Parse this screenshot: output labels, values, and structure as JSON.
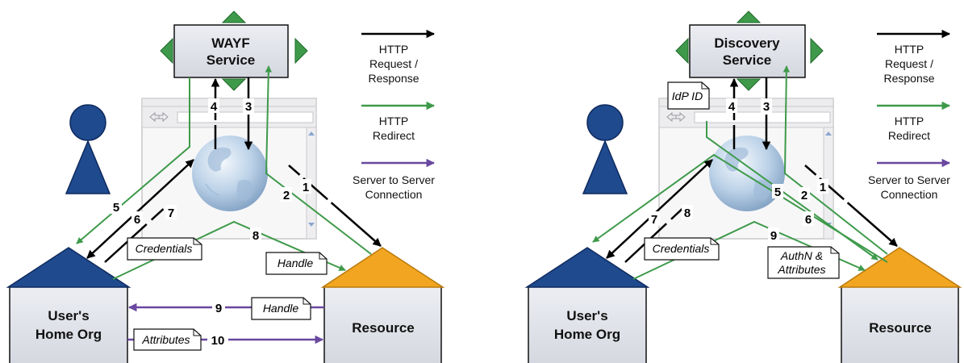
{
  "colors": {
    "http": "#000000",
    "redirect": "#3e9a4a",
    "server": "#6a48a0",
    "home_org_roof": "#1f4a8e",
    "resource_roof": "#f2a520",
    "box_fill": "#e2e4ea",
    "person": "#1f4a8e",
    "arrow_tri": "#3e9a4a"
  },
  "left": {
    "service_line1": "WAYF",
    "service_line2": "Service",
    "home_line1": "User's",
    "home_line2": "Home Org",
    "resource": "Resource",
    "notes": {
      "credentials": "Credentials",
      "handle_a": "Handle",
      "handle_b": "Handle",
      "attributes": "Attributes"
    },
    "steps": [
      "1",
      "2",
      "3",
      "4",
      "5",
      "6",
      "7",
      "8",
      "9",
      "10"
    ],
    "icons": {
      "user": "user-icon",
      "browser": "browser-window-icon",
      "globe": "globe-icon"
    }
  },
  "right": {
    "service_line1": "Discovery",
    "service_line2": "Service",
    "home_line1": "User's",
    "home_line2": "Home Org",
    "resource": "Resource",
    "notes": {
      "idp": "IdP ID",
      "credentials": "Credentials",
      "authn_line1": "AuthN &",
      "authn_line2": "Attributes"
    },
    "steps": [
      "1",
      "2",
      "3",
      "4",
      "5",
      "6",
      "7",
      "8",
      "9"
    ],
    "icons": {
      "user": "user-icon",
      "browser": "browser-window-icon",
      "globe": "globe-icon"
    }
  },
  "legend": {
    "http_line1": "HTTP",
    "http_line2": "Request /",
    "http_line3": "Response",
    "redirect_line1": "HTTP",
    "redirect_line2": "Redirect",
    "server_line1": "Server to Server",
    "server_line2": "Connection"
  }
}
